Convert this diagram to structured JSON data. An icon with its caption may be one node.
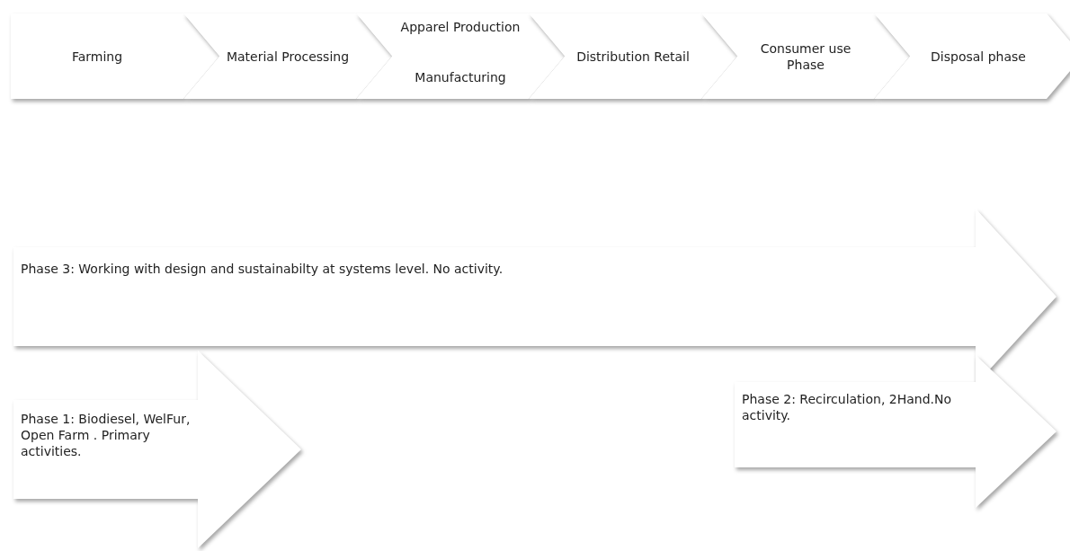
{
  "diagram": {
    "nodes": [
      {
        "text": [
          "Farming"
        ]
      },
      {
        "text": [
          "Material Processing"
        ]
      },
      {
        "text": [
          "Apparel Production",
          "Manufacturing"
        ]
      },
      {
        "text": [
          "Distribution Retail"
        ]
      },
      {
        "text": [
          "Consumer use Phase"
        ]
      },
      {
        "text": [
          "Disposal phase"
        ]
      },
      {
        "text": [
          "Phase 3: Working with design and sustainabilty at systems level. No activity."
        ]
      },
      {
        "text": [
          "Phase 1: Biodiesel, WelFur, Open Farm . Primary activities."
        ]
      },
      {
        "text": [
          "Phase 2: Recirculation, 2Hand.No activity."
        ]
      }
    ]
  }
}
